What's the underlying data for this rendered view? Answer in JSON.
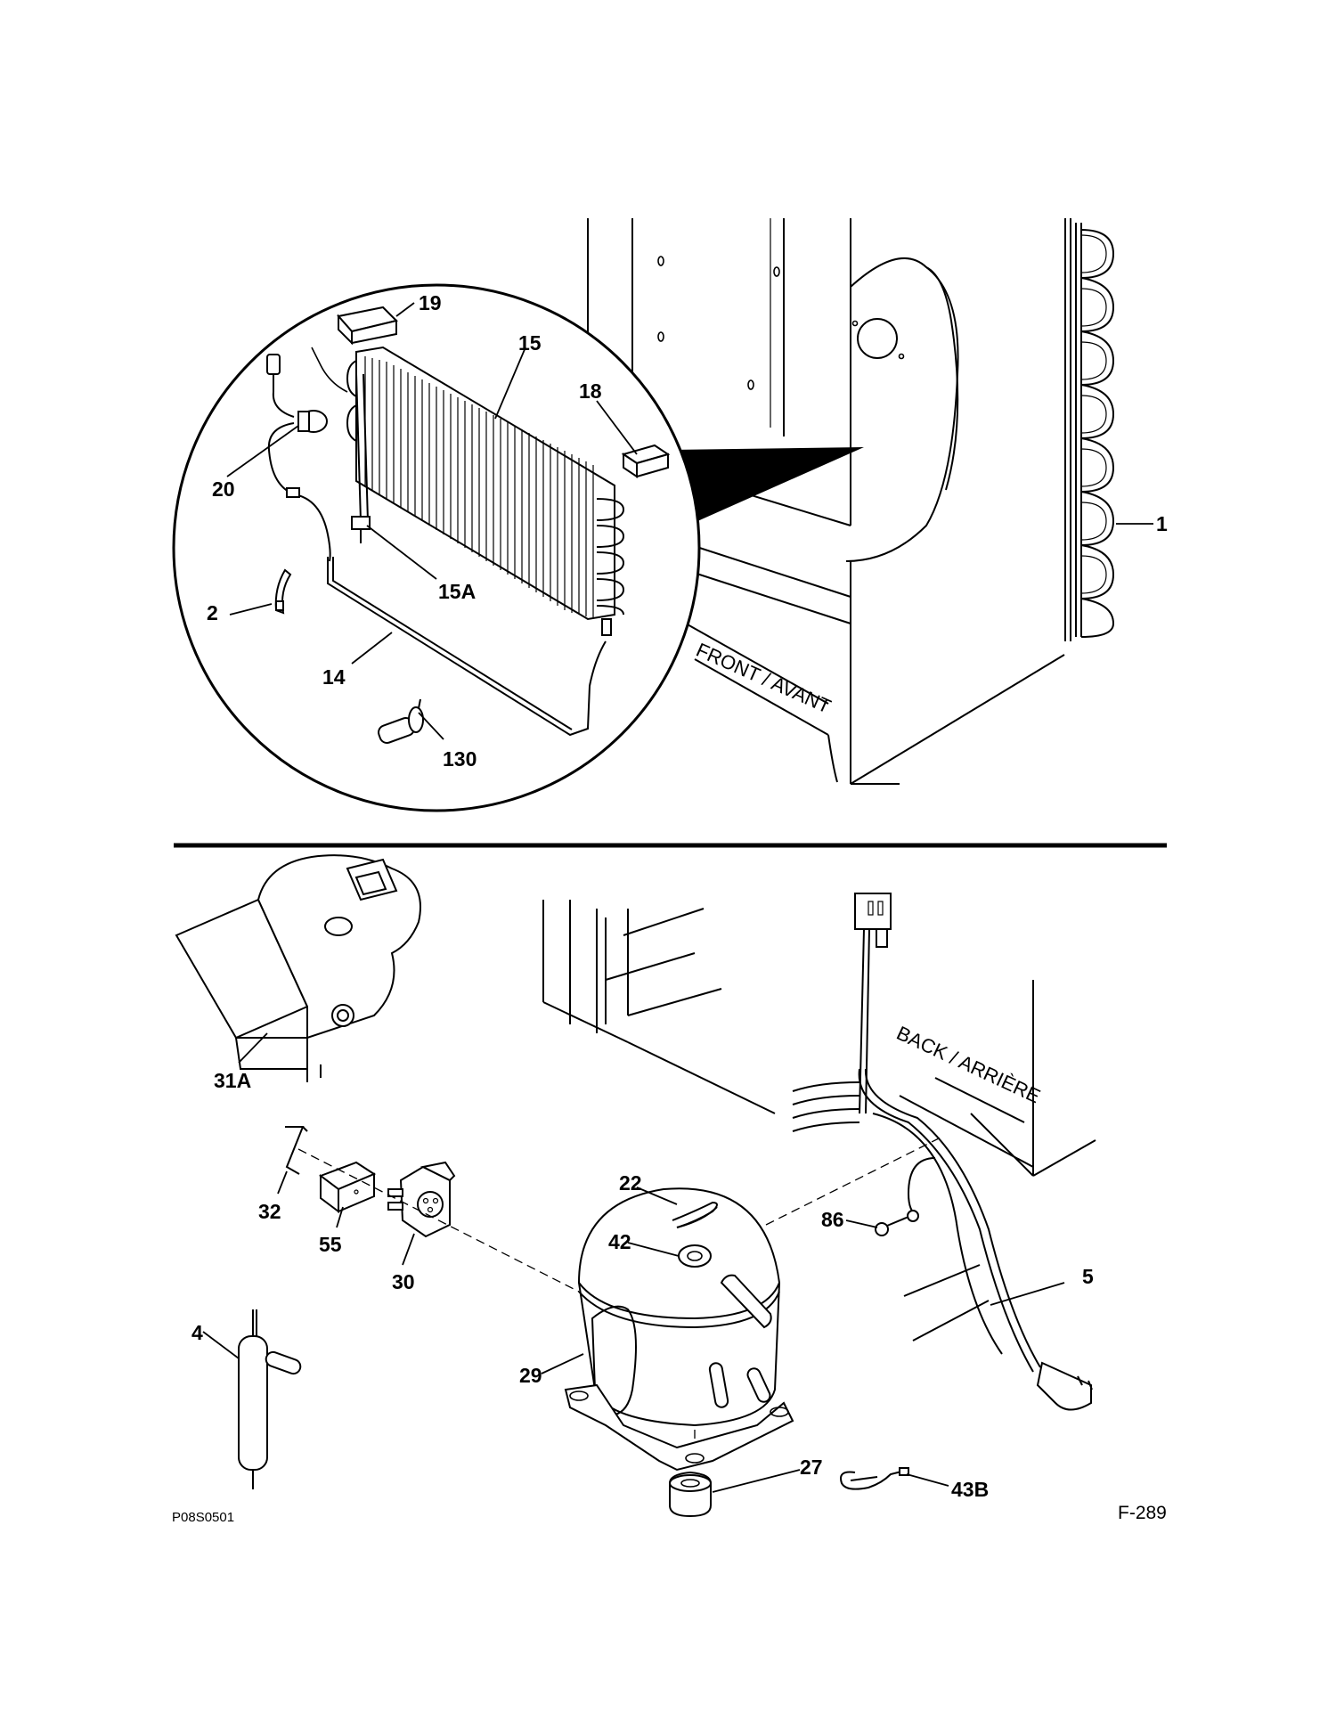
{
  "figure": {
    "top_view_label": "FRONT / AVANT",
    "bottom_view_label": "BACK / ARRIÈRE",
    "drawing_code": "P08S0501",
    "figure_number": "F-289"
  },
  "callouts": {
    "c19": "19",
    "c15": "15",
    "c18": "18",
    "c20": "20",
    "c15a": "15A",
    "c2": "2",
    "c14": "14",
    "c130": "130",
    "c1": "1",
    "c31a": "31A",
    "c32": "32",
    "c55": "55",
    "c30": "30",
    "c22": "22",
    "c42": "42",
    "c86": "86",
    "c5": "5",
    "c4": "4",
    "c29": "29",
    "c27": "27",
    "c43b": "43B"
  }
}
